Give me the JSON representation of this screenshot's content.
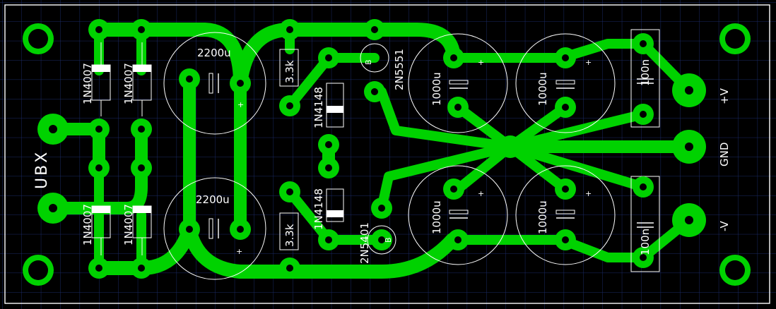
{
  "board": {
    "title": "UBX",
    "colors": {
      "background": "#000000",
      "grid": "#1a2a66",
      "copper": "#00d200",
      "silkscreen": "#ffffff"
    }
  },
  "components": {
    "d1": "1N4007",
    "d2": "1N4007",
    "d3": "1N4007",
    "d4": "1N4007",
    "c1": "2200u",
    "c2": "2200u",
    "r1": "3.3k",
    "r2": "3.3k",
    "d5": "1N4148",
    "d6": "1N4148",
    "q1": "2N5551",
    "q2": "2N5401",
    "q1_pin": "B",
    "q2_pin": "B",
    "c3": "1000u",
    "c4": "1000u",
    "c5": "1000u",
    "c6": "1000u",
    "c7": "100n",
    "c8": "100n",
    "plus": "+"
  },
  "terminals": {
    "pos": "+V",
    "gnd": "GND",
    "neg": "-V"
  }
}
